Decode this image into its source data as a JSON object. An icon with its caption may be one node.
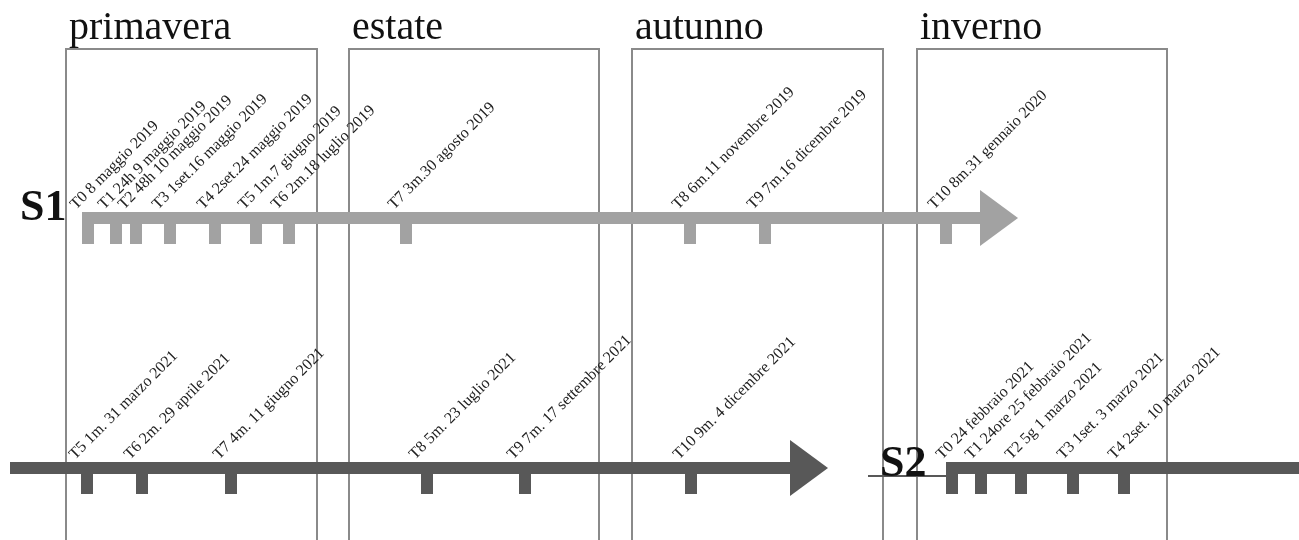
{
  "diagram": {
    "nodes": [
      {
        "text": [
          "primavera"
        ]
      },
      {
        "text": [
          "estate"
        ]
      },
      {
        "text": [
          "autunno"
        ]
      },
      {
        "text": [
          "inverno"
        ]
      },
      {
        "text": [],
        "shape": "arrow"
      },
      {
        "text": [],
        "shape": "arrow"
      },
      {
        "text": [],
        "shape": "bar"
      }
    ],
    "labels": [
      "S1",
      "T0 8 maggio 2019",
      "T1 24h 9 maggio 2019",
      "T2 48h 10 maggio 2019",
      "T3 1set.16 maggio 2019",
      "T4 2set.24 maggio 2019",
      "T5 1m.7 giugno 2019",
      "T6 2m.18 luglio 2019",
      "T7 3m.30 agosto 2019",
      "T8 6m.11 novembre 2019",
      "T9 7m.16 dicembre 2019",
      "T10 8m.31 gennaio 2020",
      "T5 1m. 31 marzo 2021",
      "T6 2m. 29 aprile 2021",
      "T7 4m. 11 giugno 2021",
      "T8 5m. 23 luglio 2021",
      "T9 7m. 17 settembre 2021",
      "T10 9m. 4 dicembre 2021",
      "S2",
      "T0 24 febbraio 2021",
      "T1 24ore 25 febbraio 2021",
      "T2 5g 1 marzo 2021",
      "T3 1set. 3 marzo 2021",
      "T4 2set. 10 marzo 2021"
    ]
  }
}
